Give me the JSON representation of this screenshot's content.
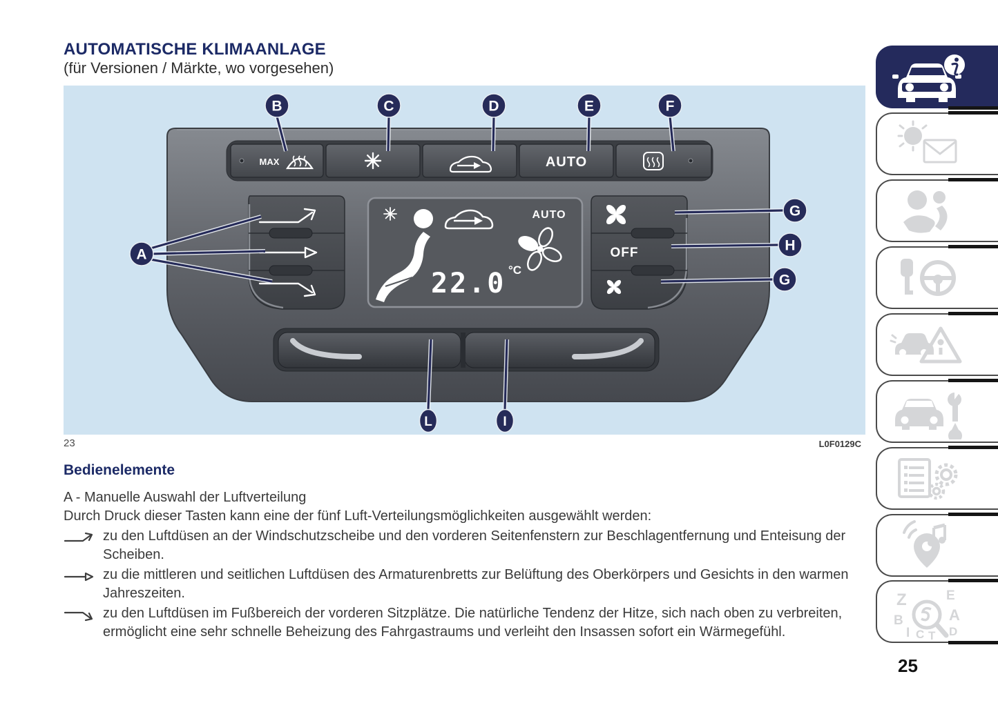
{
  "page": {
    "title": "AUTOMATISCHE KLIMAANLAGE",
    "subtitle": "(für Versionen / Märkte, wo vorgesehen)",
    "figure_number": "23",
    "figure_code": "L0F0129C",
    "page_number": "25"
  },
  "figure": {
    "background_color": "#cfe3f1",
    "callout_color": "#262b59",
    "callouts": {
      "a": "A",
      "b": "B",
      "c": "C",
      "d": "D",
      "e": "E",
      "f": "F",
      "g1": "G",
      "h": "H",
      "g2": "G",
      "l": "L",
      "i": "I"
    },
    "panel": {
      "max_label": "MAX",
      "auto_label": "AUTO",
      "off_label": "OFF",
      "display_auto": "AUTO",
      "temperature": "22.0",
      "temperature_unit": "°C",
      "top_buttons": [
        {
          "icon": "windshield-max-defrost-icon",
          "label": "MAX"
        },
        {
          "icon": "ac-snowflake-icon"
        },
        {
          "icon": "air-recirculation-icon"
        },
        {
          "label": "AUTO"
        },
        {
          "icon": "rear-defrost-icon"
        }
      ],
      "left_buttons": [
        "air-to-windshield-arrow",
        "air-to-face-arrow",
        "air-to-feet-arrow"
      ],
      "right_buttons": [
        "fan-speed-up",
        "off",
        "fan-speed-down"
      ]
    }
  },
  "content": {
    "heading": "Bedienelemente",
    "line1": "A - Manuelle Auswahl der Luftverteilung",
    "line2": "Durch Druck dieser Tasten kann eine der fünf Luft-Verteilungsmöglichkeiten ausgewählt werden:",
    "bullets": [
      {
        "icon": "arrow-up-right-icon",
        "text": "zu den Luftdüsen an der Windschutzscheibe und den vorderen Seitenfenstern zur Beschlagentfernung und Enteisung der Scheiben."
      },
      {
        "icon": "arrow-right-icon",
        "text": "zu die mittleren und seitlichen Luftdüsen des Armaturenbretts zur Belüftung des Oberkörpers und Gesichts in den warmen Jahreszeiten."
      },
      {
        "icon": "arrow-down-right-icon",
        "text": "zu den Luftdüsen im Fußbereich der vorderen Sitzplätze. Die natürliche Tendenz der Hitze, sich nach oben zu verbreiten, ermöglicht eine sehr schnelle Beheizung des Fahrgastraums und verleiht den Insassen sofort ein Wärmegefühl."
      }
    ]
  },
  "sidebar": {
    "active_color": "#242a5c",
    "inactive_icon_color": "#d5d6d8",
    "index_letters": [
      "Z",
      "E",
      "B",
      "A",
      "I",
      "C",
      "T",
      "D"
    ],
    "tabs": [
      {
        "icon": "car-info-icon",
        "active": true
      },
      {
        "icon": "warning-lights-messages-icon",
        "active": false
      },
      {
        "icon": "safety-airbag-icon",
        "active": false
      },
      {
        "icon": "key-steering-wheel-icon",
        "active": false
      },
      {
        "icon": "emergency-warning-triangle-icon",
        "active": false
      },
      {
        "icon": "car-maintenance-wrench-icon",
        "active": false
      },
      {
        "icon": "technical-data-gears-icon",
        "active": false
      },
      {
        "icon": "multimedia-icon",
        "active": false
      },
      {
        "icon": "alphabetical-index-icon",
        "active": false
      }
    ]
  }
}
